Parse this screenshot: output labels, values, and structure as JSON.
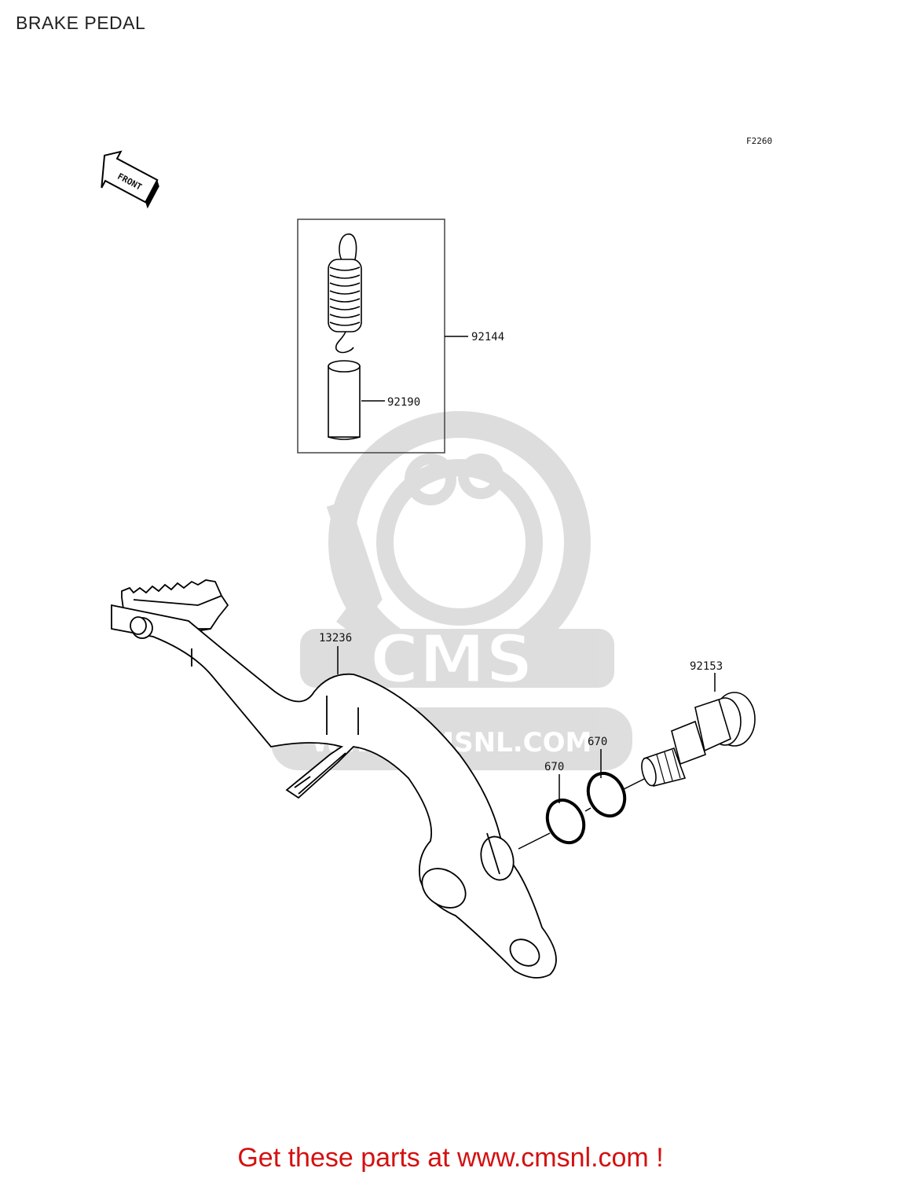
{
  "title": "BRAKE PEDAL",
  "figure_code": "F2260",
  "direction_label": "FRONT",
  "parts": [
    {
      "number": "92144"
    },
    {
      "number": "92190"
    },
    {
      "number": "13236"
    },
    {
      "number": "92153"
    },
    {
      "number": "670"
    },
    {
      "number": "670"
    }
  ],
  "watermark": {
    "logo_text": "CMS",
    "url_text": "WWW.CMSNL.COM"
  },
  "footer": {
    "text": "Get these parts at www.cmsnl.com !",
    "color": "#d41010"
  }
}
